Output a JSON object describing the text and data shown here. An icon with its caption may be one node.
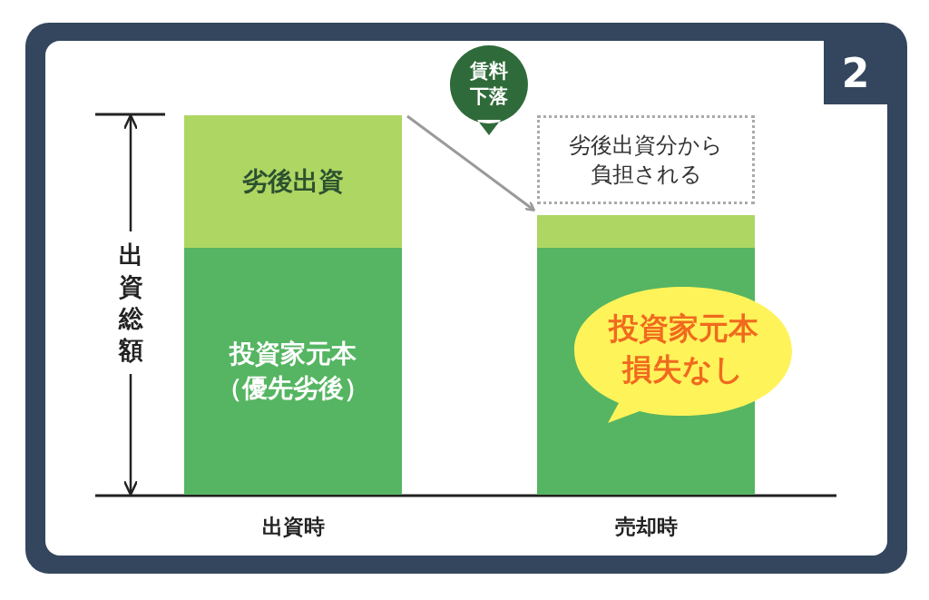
{
  "diagram": {
    "nodes": [
      {
        "text": [
          "劣後出資"
        ]
      },
      {
        "text": [
          "投資家元本（優先劣後）"
        ]
      },
      {
        "text": [
          "賃料下落"
        ]
      },
      {
        "text": [
          "劣後出資分から負担される"
        ]
      },
      {
        "text": [],
        "shape": "bar"
      },
      {
        "text": [],
        "shape": "bar"
      },
      {
        "text": [
          "投資家元本損失なし"
        ]
      }
    ],
    "edges": [
      {
        "from": 0,
        "to": 4,
        "arrow": "to"
      }
    ],
    "labels": [
      "2",
      "出資総額",
      "出資時",
      "売却時"
    ]
  }
}
